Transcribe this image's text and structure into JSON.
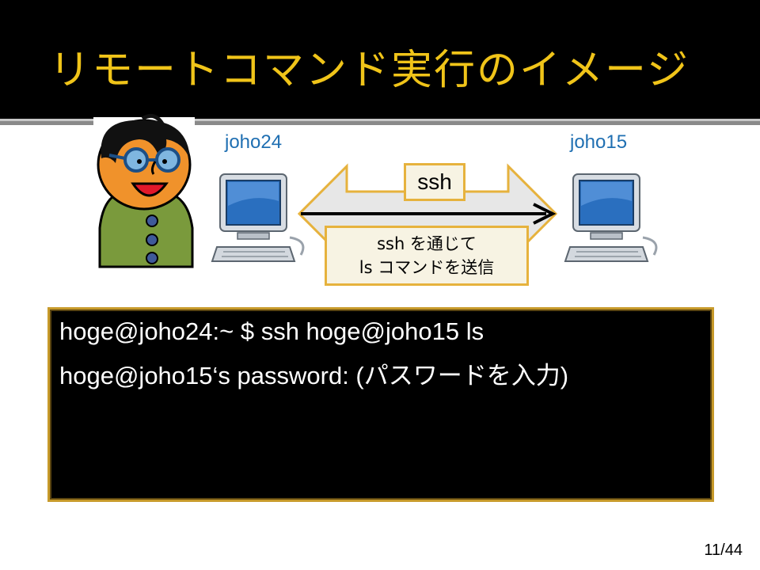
{
  "slide": {
    "title": "リモートコマンド実行のイメージ",
    "page_number": "11/44"
  },
  "diagram": {
    "left_host": "joho24",
    "right_host": "joho15",
    "tunnel_label": "ssh",
    "caption_line1": "ssh を通じて",
    "caption_line2": "ls コマンドを送信"
  },
  "terminal": {
    "line1": "hoge@joho24:~ $ ssh  hoge@joho15  ls",
    "line2": "hoge@joho15‘s  password: (パスワードを入力)"
  },
  "colors": {
    "title_text": "#f0c419",
    "host_label": "#1f6fb2",
    "box_border": "#e6b23d"
  }
}
